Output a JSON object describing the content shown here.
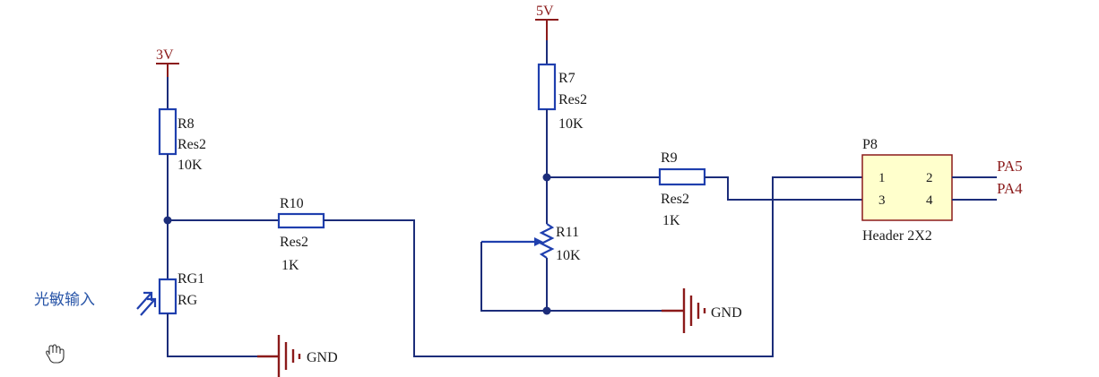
{
  "power": {
    "v3": "3V",
    "v5": "5V"
  },
  "ground": {
    "label": "GND"
  },
  "components": {
    "r8": {
      "designator": "R8",
      "type": "Res2",
      "value": "10K"
    },
    "r7": {
      "designator": "R7",
      "type": "Res2",
      "value": "10K"
    },
    "r9": {
      "designator": "R9",
      "type": "Res2",
      "value": "1K"
    },
    "r10": {
      "designator": "R10",
      "type": "Res2",
      "value": "1K"
    },
    "r11": {
      "designator": "R11",
      "value": "10K"
    },
    "rg1": {
      "designator": "RG1",
      "type": "RG"
    },
    "p8": {
      "designator": "P8",
      "type": "Header 2X2",
      "pins": [
        "1",
        "2",
        "3",
        "4"
      ]
    }
  },
  "nets": {
    "pa5": "PA5",
    "pa4": "PA4"
  },
  "annotation": {
    "light_input": "光敏输入"
  },
  "icons": {
    "cursor": "hand-cursor-icon"
  },
  "colors": {
    "wire": "#1c2d7a",
    "component": "#1f3fae",
    "power": "#8b1a1a",
    "header_fill": "#ffffcc"
  }
}
